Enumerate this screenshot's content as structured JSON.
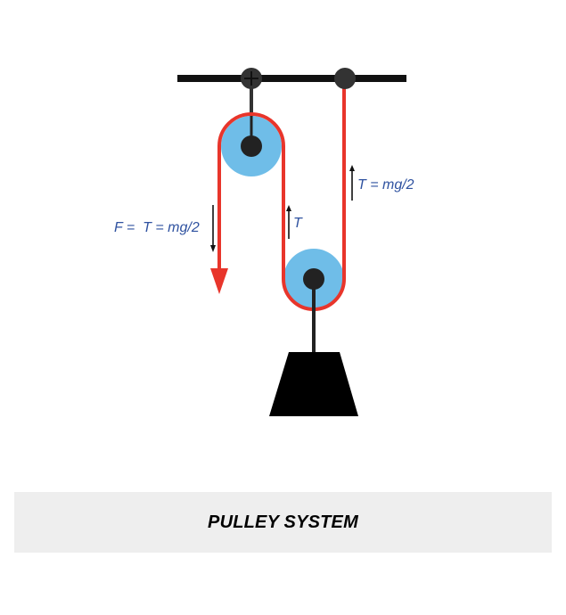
{
  "labels": {
    "force_left": "F =  T = mg/2",
    "tension_right": "T = mg/2",
    "tension_middle": "T"
  },
  "caption": "PULLEY SYSTEM",
  "colors": {
    "rope": "#e8352b",
    "pulley": "#6fbde8",
    "axle": "#222222",
    "beam": "#111111",
    "label_text": "#2f52a0",
    "caption_bg": "#eeeeee"
  }
}
